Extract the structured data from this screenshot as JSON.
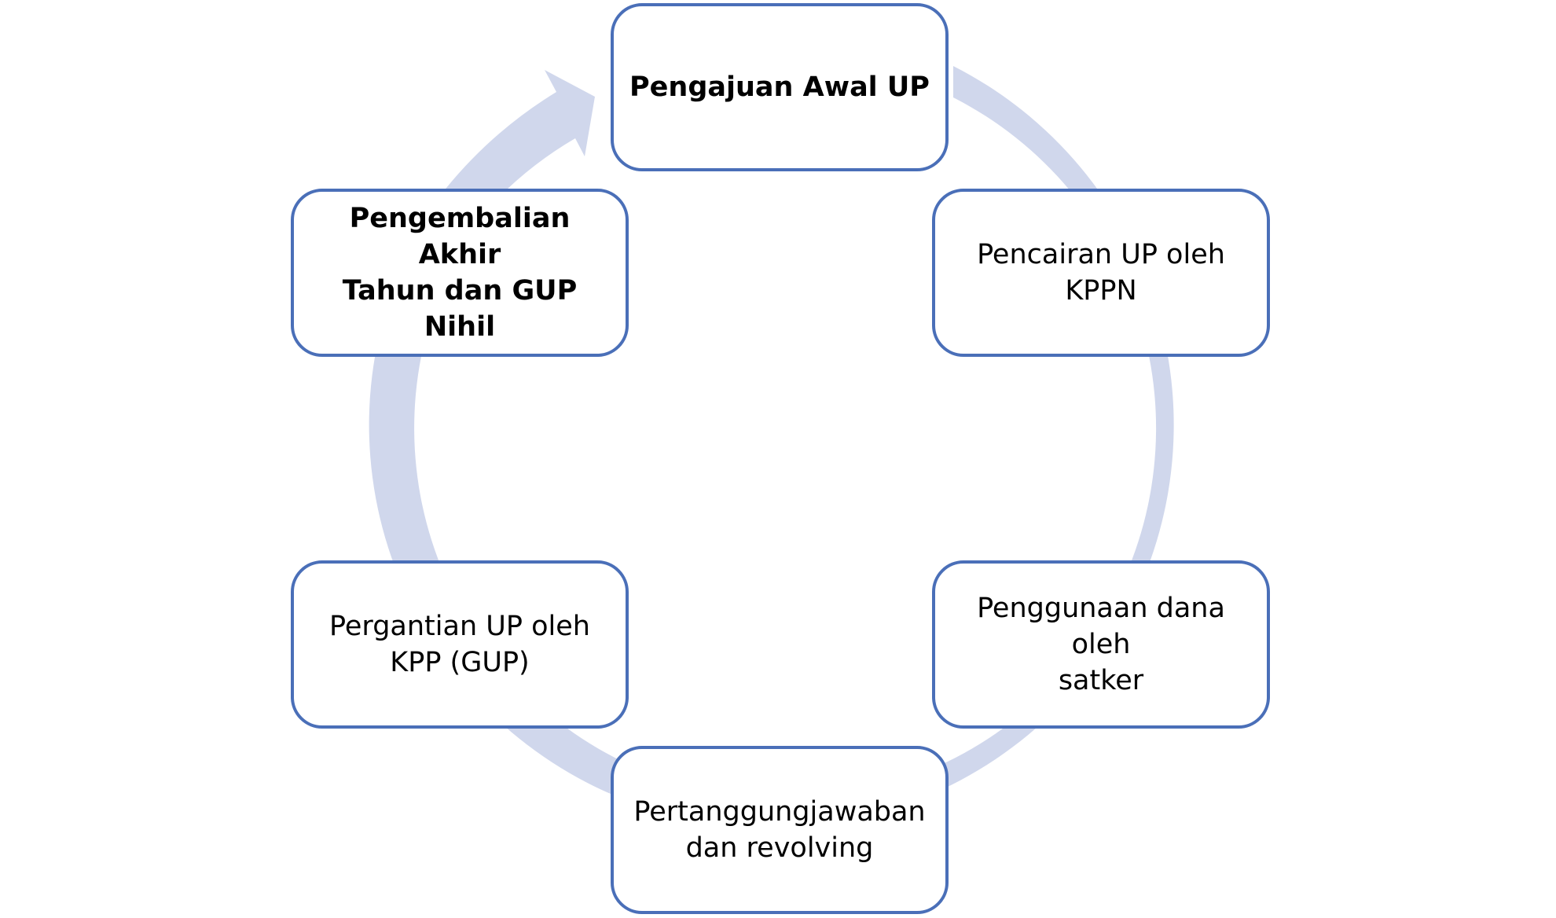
{
  "diagram": {
    "type": "cycle",
    "ring_color": "#d0d7ec",
    "node_border_color": "#4a6fb8",
    "nodes": [
      {
        "label": "Pengajuan Awal UP",
        "bold": true
      },
      {
        "label": "Pencairan UP oleh\nKPPN",
        "bold": false
      },
      {
        "label": "Penggunaan dana oleh\nsatker",
        "bold": false
      },
      {
        "label": "Pertanggungjawaban\ndan revolving",
        "bold": false
      },
      {
        "label": "Pergantian UP oleh\nKPP (GUP)",
        "bold": false
      },
      {
        "label": "Pengembalian Akhir\nTahun dan GUP Nihil",
        "bold": true
      }
    ]
  }
}
